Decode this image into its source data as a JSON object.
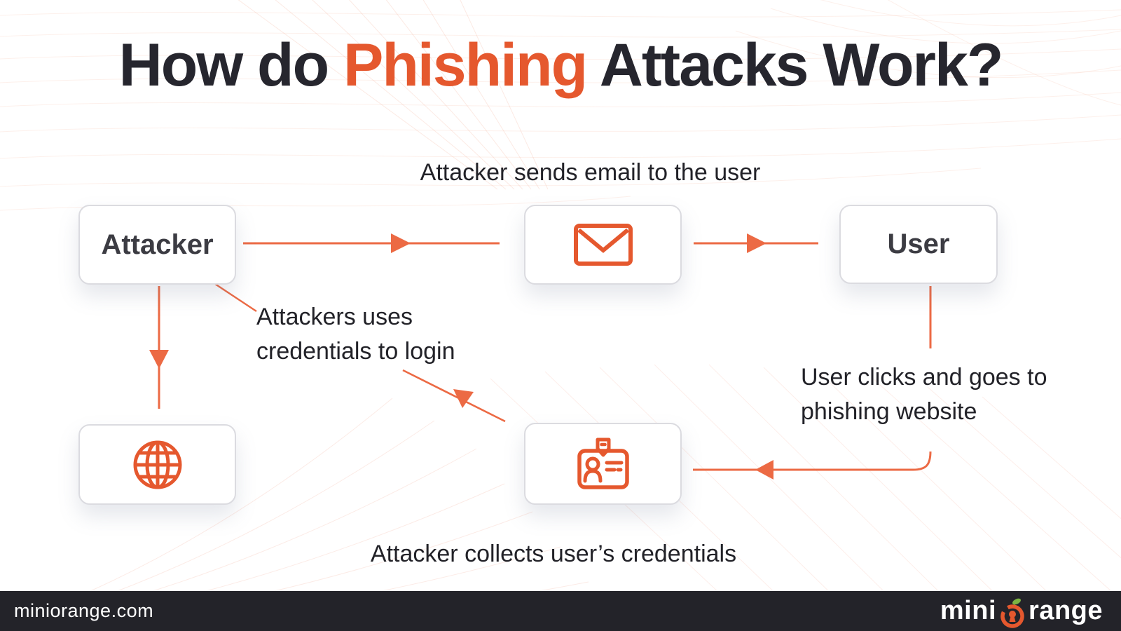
{
  "title": {
    "part1": "How do ",
    "highlight": "Phishing",
    "part2": " Attacks Work?"
  },
  "flow_labels": {
    "send_email": "Attacker sends email to the user",
    "use_credentials_line1": "Attackers uses",
    "use_credentials_line2": "credentials to login",
    "user_clicks_line1": "User clicks and goes to",
    "user_clicks_line2": "phishing website",
    "collect": "Attacker collects user’s credentials"
  },
  "nodes": {
    "attacker": {
      "label": "Attacker"
    },
    "email": {
      "icon": "envelope-icon"
    },
    "user": {
      "label": "User"
    },
    "phishing_website": {
      "icon": "globe-icon"
    },
    "credentials": {
      "icon": "id-card-icon"
    }
  },
  "footer": {
    "website": "miniorange.com",
    "brand": {
      "prefix": "mini",
      "suffix": "range",
      "o_icon": "padlock-o-icon"
    }
  },
  "colors": {
    "accent": "#E5582E",
    "line": "#EC6A44",
    "title_text": "#26262E",
    "body_text": "#222228",
    "node_border": "#DBDBE0",
    "footer_bg": "#232329",
    "footer_text": "#FFFFFF",
    "leaf_green": "#7CB342"
  }
}
